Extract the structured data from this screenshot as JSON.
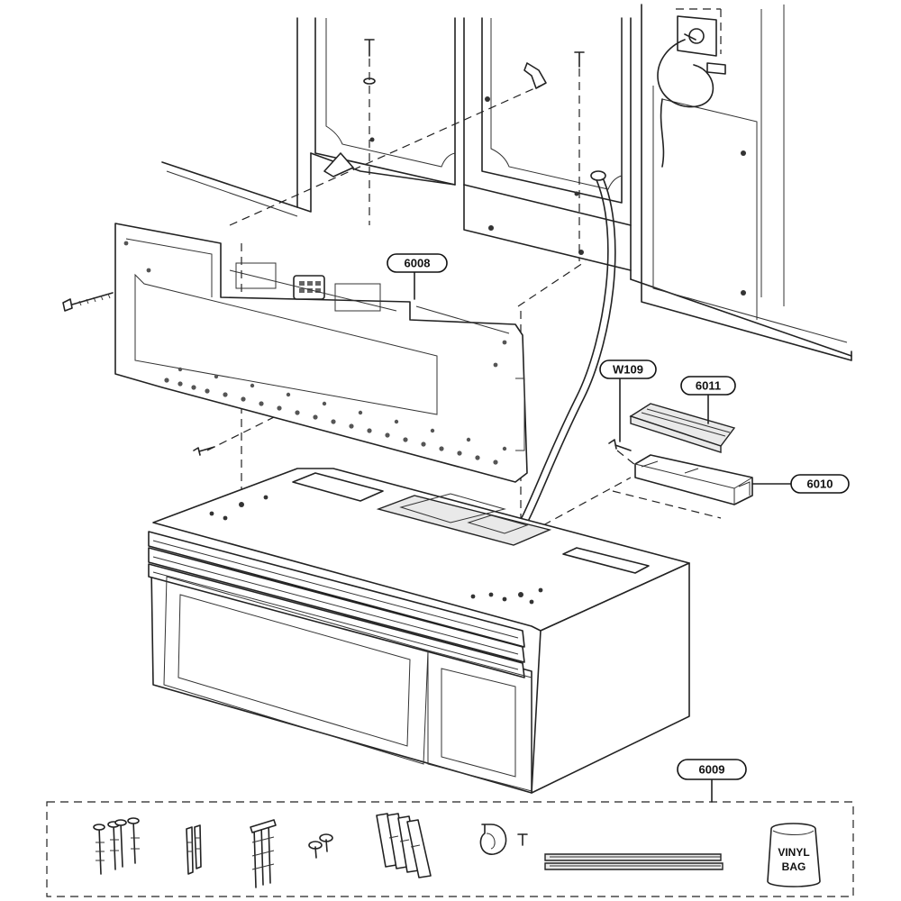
{
  "callouts": {
    "c6008": "6008",
    "w109": "W109",
    "c6011": "6011",
    "c6010": "6010",
    "c6009": "6009"
  },
  "kit": {
    "bag_line1": "VINYL",
    "bag_line2": "BAG"
  }
}
